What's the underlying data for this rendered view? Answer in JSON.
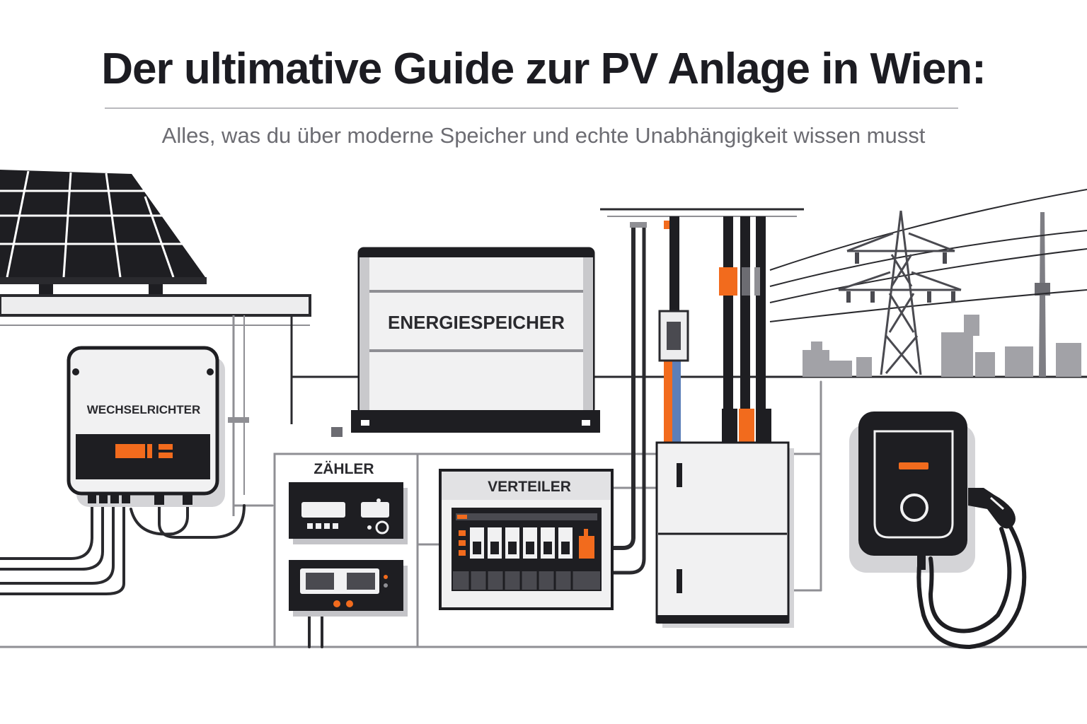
{
  "header": {
    "title": "Der ultimative Guide zur PV Anlage in Wien:",
    "subtitle": "Alles, was du über moderne Speicher und echte Unabhängigkeit wissen musst"
  },
  "components": {
    "inverter_label": "WECHSELRICHTER",
    "storage_label": "ENERGIESPEICHER",
    "meter_label": "ZÄHLER",
    "distribution_label": "VERTEILER"
  },
  "colors": {
    "accent": "#f26b1d",
    "dark": "#1e1e22",
    "line": "#8f8f94",
    "panel_fill": "#f1f1f2",
    "skyline": "#a2a2a7"
  },
  "icons": {
    "solar_panel": "solar-panel-icon",
    "inverter": "inverter-icon",
    "battery": "battery-storage-icon",
    "meter": "electricity-meter-icon",
    "distribution_board": "distribution-board-icon",
    "cabinet": "electrical-cabinet-icon",
    "wallbox": "ev-charger-icon",
    "pylon": "power-pylon-icon",
    "skyline": "city-skyline-icon"
  }
}
